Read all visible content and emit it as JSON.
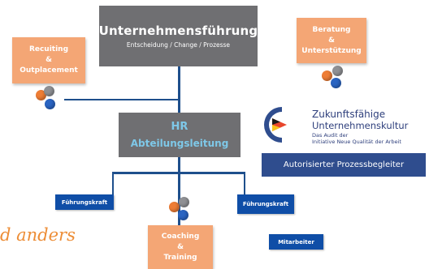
{
  "top_box": {
    "title": "Unternehmensführung",
    "subtitle": "Entscheidung / Change / Prozesse"
  },
  "hr_box": {
    "line1": "HR",
    "line2": "Abteilungsleitung"
  },
  "left_box": {
    "line1": "Recuiting",
    "line2": "&",
    "line3": "Outplacement"
  },
  "right_box": {
    "line1": "Beratung",
    "line2": "&",
    "line3": "Unterstützung"
  },
  "bottom_box": {
    "line1": "Coaching",
    "line2": "&",
    "line3": "Training"
  },
  "fk_left": "Führungskraft",
  "fk_right": "Führungskraft",
  "mitarbeiter": "Mitarbeiter",
  "inqa": {
    "line1": "Zukunftsfähige",
    "line2": "Unternehmenskultur",
    "line3": "Das Audit der",
    "line4": "Initiative Neue Qualität der Arbeit",
    "badge": "Autorisierter Prozessbegleiter"
  },
  "script_text": "d anders",
  "colors": {
    "gray": "#6f6f72",
    "orange": "#f4a675",
    "blue": "#0f4ea7",
    "line": "#1e4f8c",
    "hr_text": "#7ec8e8",
    "script": "#ed8d36"
  }
}
